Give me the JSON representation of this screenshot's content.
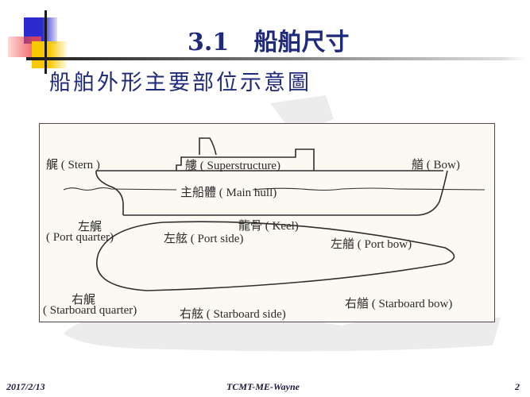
{
  "slide": {
    "title_number": "3.1",
    "title_text": "船舶尺寸",
    "subtitle": "船舶外形主要部位示意圖"
  },
  "diagram": {
    "side_view_labels": {
      "stern": "艉 ( Stern )",
      "superstructure": "艛 ( Superstructure)",
      "bow": "艏 ( Bow)",
      "main_hull": "主船體 ( Main hull)",
      "keel": "龍骨 ( Keel)"
    },
    "top_view_labels": {
      "port_quarter_zh": "左艉",
      "port_quarter_en": "( Port quarter)",
      "port_side": "左舷 ( Port side)",
      "port_bow": "左艏 ( Port bow)",
      "starboard_quarter_zh": "右艉",
      "starboard_quarter_en": "( Starboard quarter)",
      "starboard_side": "右舷 ( Starboard side)",
      "starboard_bow": "右艏 ( Starboard bow)"
    }
  },
  "footer": {
    "date": "2017/2/13",
    "author": "TCMT-ME-Wayne",
    "page_number": "2"
  },
  "colors": {
    "title": "#1f2a7a",
    "deco_blue": "#2b2bd0",
    "deco_red": "#f04848",
    "deco_yellow": "#f7c800",
    "diagram_bg": "#fbf9f1"
  }
}
